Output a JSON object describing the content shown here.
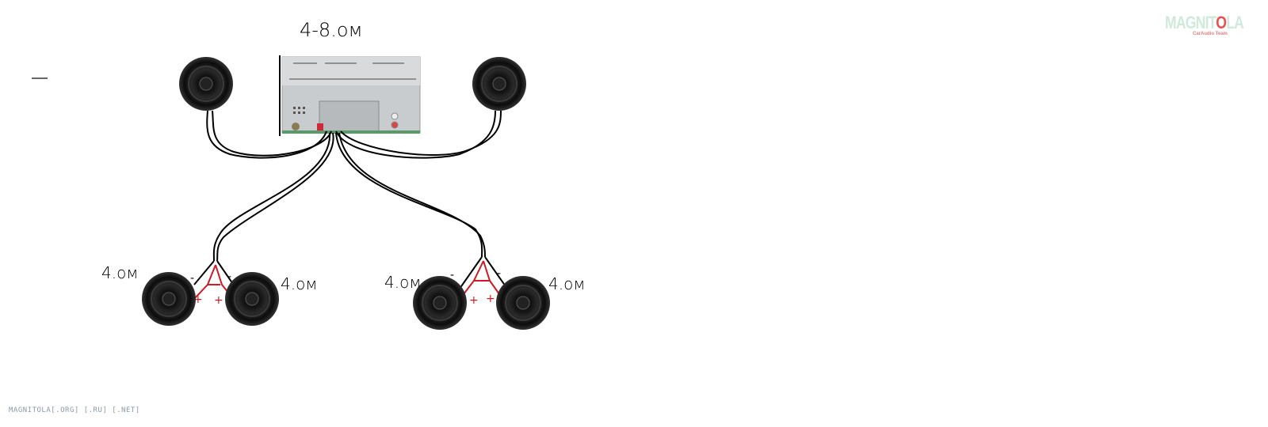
{
  "title_label": "4-8.ом",
  "speaker_labels": [
    "4.ом",
    "4.ом",
    "4.ом",
    "4.ом"
  ],
  "polarity": {
    "minus": "-",
    "plus": "+"
  },
  "logo": {
    "text_before": "MAGNIT",
    "text_o": "O",
    "text_after": "LA",
    "subtitle": "CarAudio Team"
  },
  "footer": "MAGNITOLA[.ORG] [.RU] [.NET]",
  "colors": {
    "wire": "#000000",
    "positive_wire": "#cc1b24",
    "logo": "#cfeadb"
  }
}
